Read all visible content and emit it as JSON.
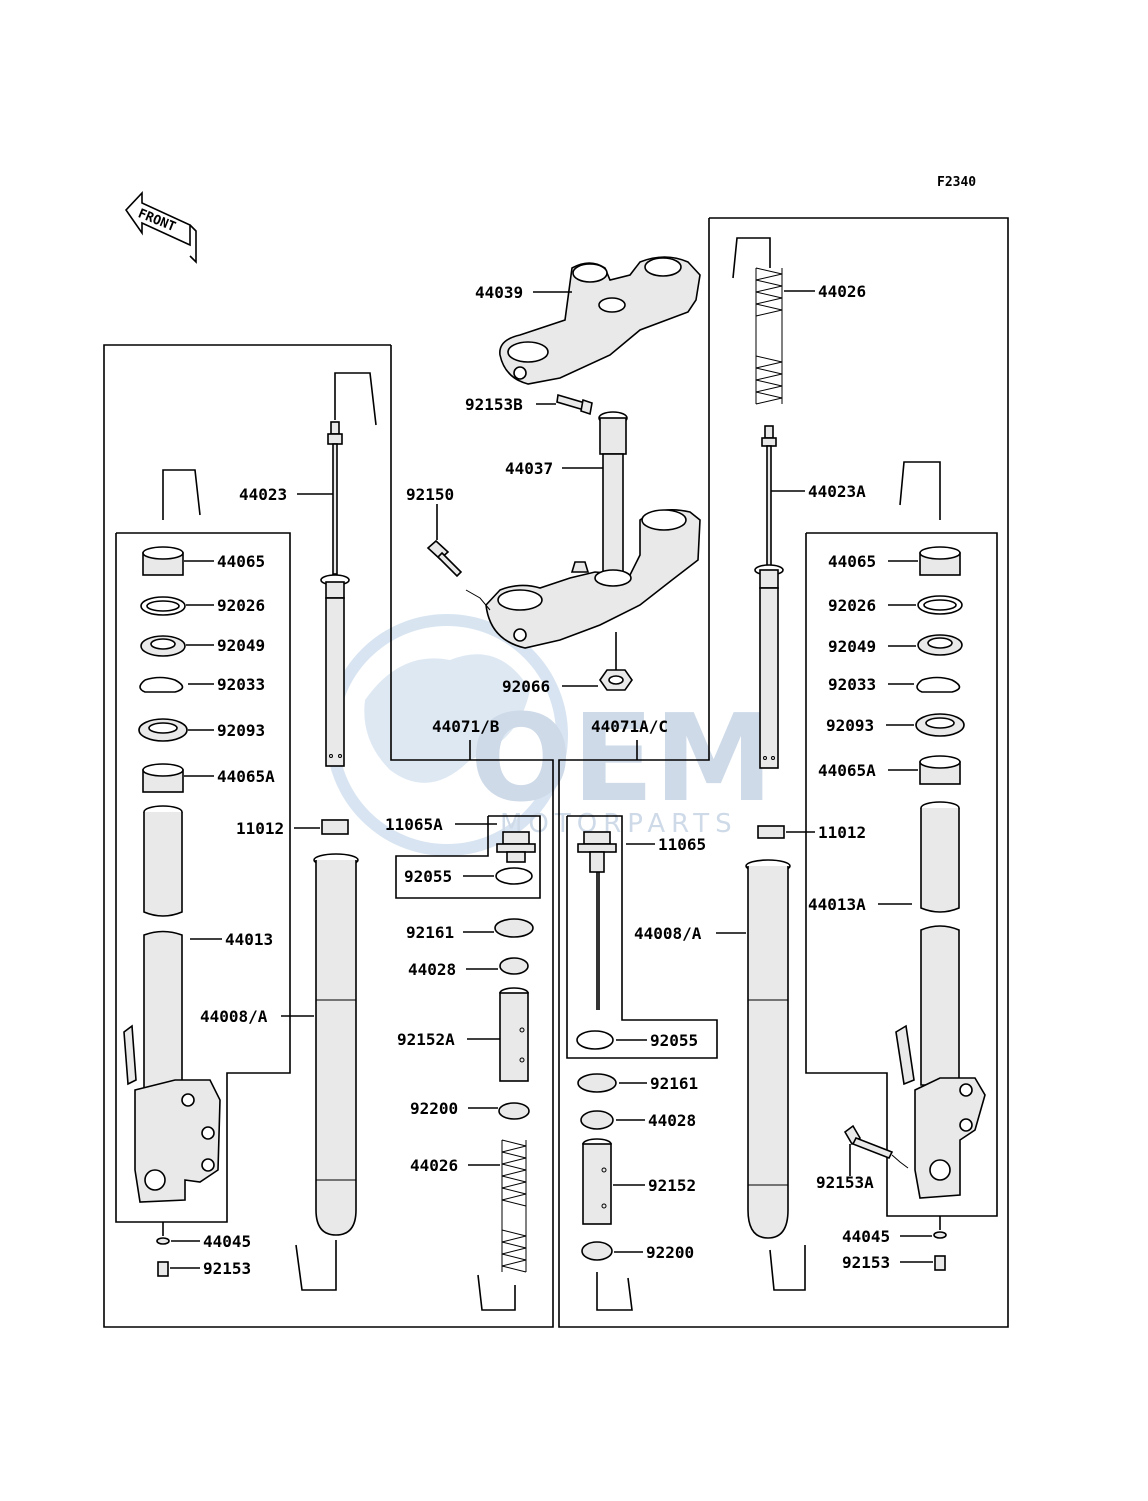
{
  "diagram": {
    "code": "F2340",
    "front_label": "FRONT",
    "watermark": {
      "main": "OEM",
      "sub": "MOTORPARTS"
    },
    "labels": {
      "p44039": "44039",
      "p92153B": "92153B",
      "p44037": "44037",
      "p92150": "92150",
      "p92066": "92066",
      "p44071B": "44071/B",
      "p44071AC": "44071A/C",
      "p44026_r": "44026",
      "p44023A": "44023A",
      "p44023": "44023",
      "p44065_l": "44065",
      "p92026_l": "92026",
      "p92049_l": "92049",
      "p92033_l": "92033",
      "p92093_l": "92093",
      "p44065A_l": "44065A",
      "p11012_l": "11012",
      "p44013": "44013",
      "p44008A_l": "44008/A",
      "p44045_l": "44045",
      "p92153_l": "92153",
      "p11065A": "11065A",
      "p92055_c": "92055",
      "p92161_c": "92161",
      "p44028_c": "44028",
      "p92152A": "92152A",
      "p92200_c": "92200",
      "p44026_c": "44026",
      "p11065": "11065",
      "p92055_r": "92055",
      "p92161_r": "92161",
      "p44028_r": "44028",
      "p92152": "92152",
      "p92200_r": "92200",
      "p44008A_r": "44008/A",
      "p44065_r": "44065",
      "p92026_r": "92026",
      "p92049_r": "92049",
      "p92033_r": "92033",
      "p92093_r": "92093",
      "p44065A_r": "44065A",
      "p11012_r": "11012",
      "p44013A": "44013A",
      "p92153A": "92153A",
      "p44045_r": "44045",
      "p92153_r": "92153"
    }
  }
}
